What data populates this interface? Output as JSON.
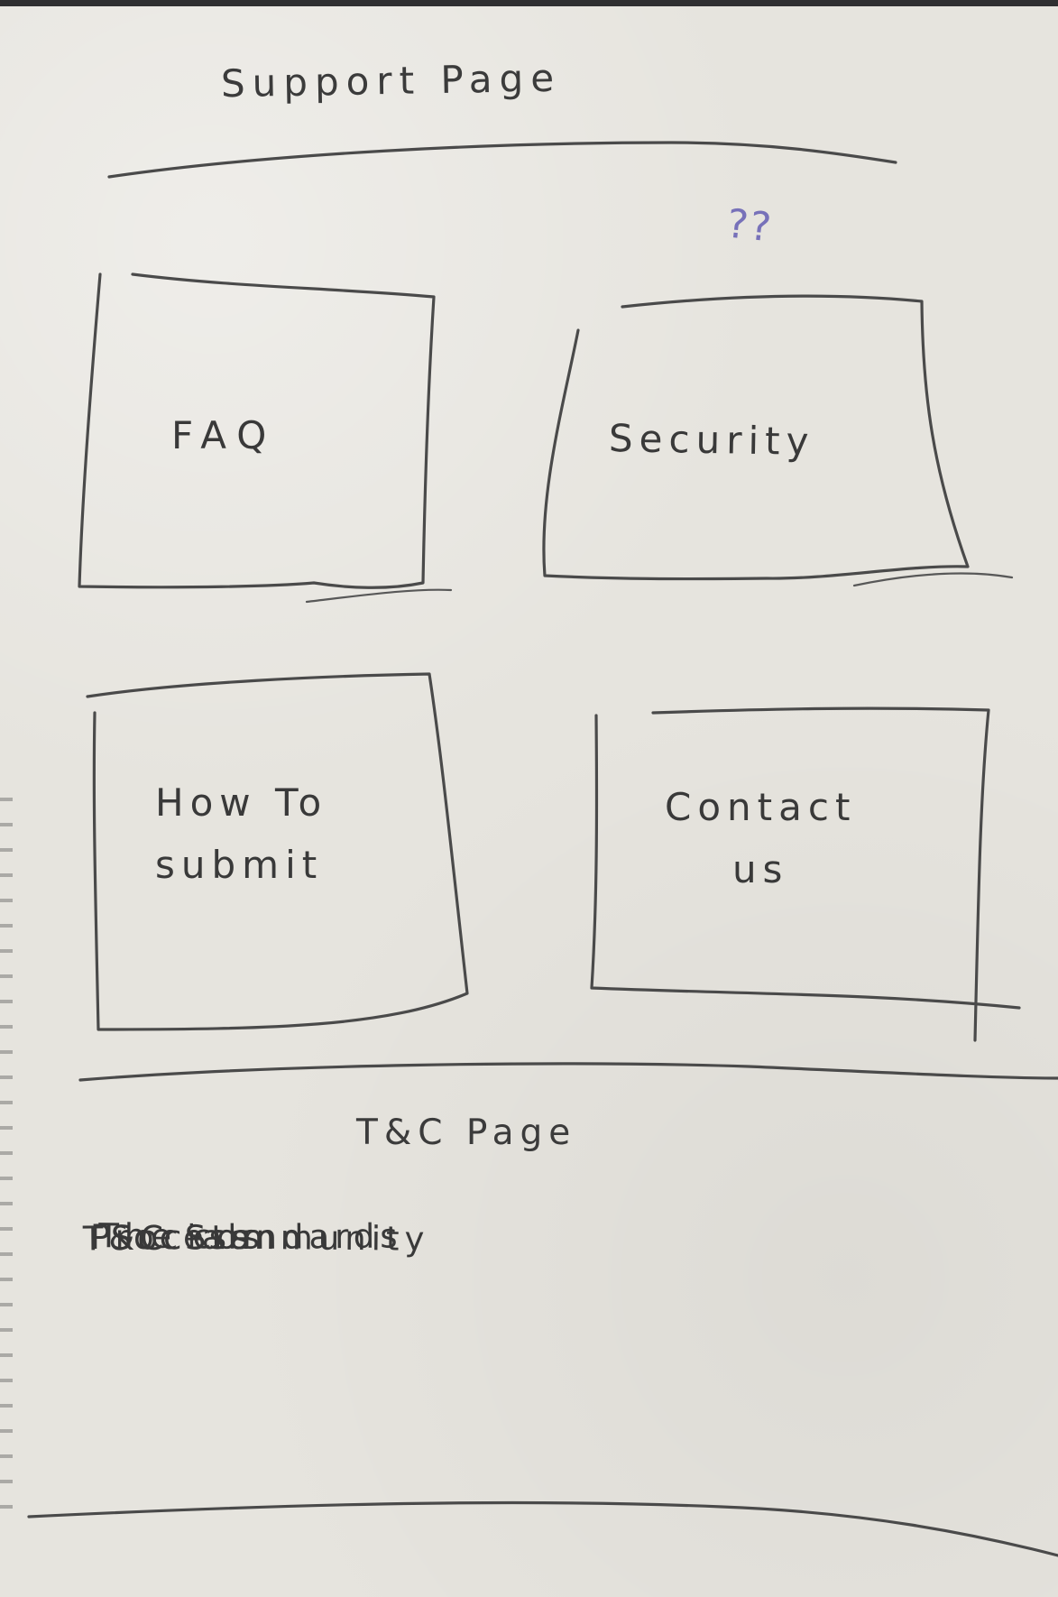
{
  "page": {
    "title": "Support Page",
    "annotation": "??"
  },
  "tiles": [
    {
      "label": "FAQ"
    },
    {
      "label": "Security"
    },
    {
      "lines": [
        "How To",
        "submit"
      ]
    },
    {
      "lines": [
        "Contact",
        "us"
      ]
    }
  ],
  "tc_section": {
    "title": "T&C Page",
    "items": [
      "T&C Standards",
      "Process",
      "The community",
      "Socials"
    ]
  },
  "colors": {
    "paper": "#e6e4de",
    "pencil": "#4a4a4a",
    "question_ink": "#7771b9"
  }
}
